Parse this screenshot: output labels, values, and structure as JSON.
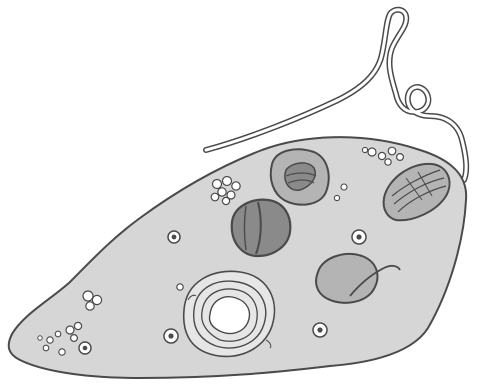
{
  "figure": {
    "subject": "",
    "labels": []
  },
  "colors": {
    "background": "#ffffff",
    "cell_fill": "#d6d6d6",
    "outline": "#4a4a4a",
    "dark_organelle": "#8a8a8a",
    "mid_organelle": "#b4b4b4",
    "light_organelle": "#e6e6e6",
    "white": "#ffffff"
  },
  "icons": [
    "flagellum",
    "cell-body",
    "stigma-eyespot",
    "nucleus",
    "chloroplast",
    "contractile-vacuole",
    "paramylon-granules",
    "vacuole",
    "starch-granules"
  ]
}
